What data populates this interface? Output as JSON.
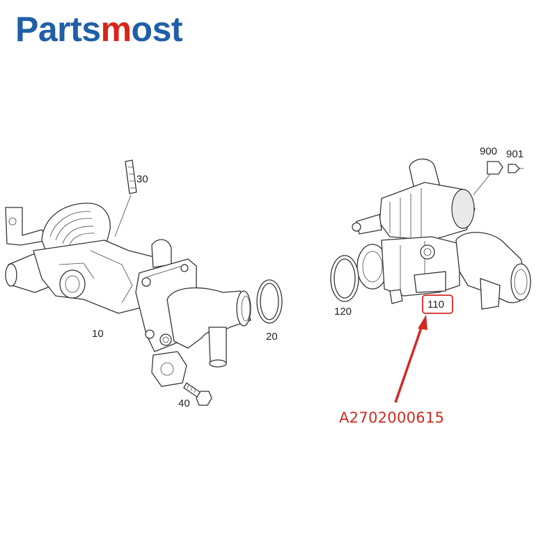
{
  "brand": {
    "part1": "Parts",
    "part2": "m",
    "part3": "ost",
    "color_primary": "#1f5fa8",
    "color_accent": "#d9241c"
  },
  "callouts": {
    "c10": "10",
    "c20": "20",
    "c30": "30",
    "c40": "40",
    "c110": "110",
    "c120": "120",
    "c900": "900",
    "c901": "901"
  },
  "highlight": {
    "part_number": "A2702000615",
    "color": "#d02a22"
  }
}
